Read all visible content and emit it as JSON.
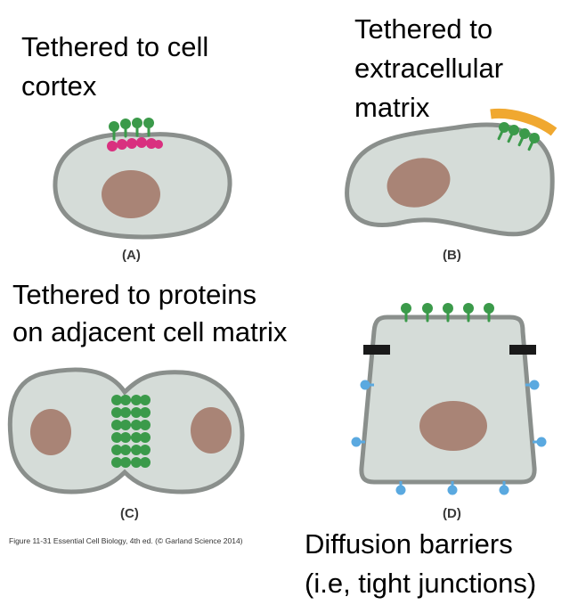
{
  "panels": {
    "a": {
      "label": "(A)",
      "caption_line1": "Tethered to cell",
      "caption_line2": "cortex"
    },
    "b": {
      "label": "(B)",
      "caption_line1": "Tethered to",
      "caption_line2": "extracellular",
      "caption_line3": "matrix"
    },
    "c": {
      "label": "(C)",
      "caption_line1": "Tethered to proteins",
      "caption_line2": "on adjacent cell matrix"
    },
    "d": {
      "label": "(D)",
      "caption_line1": "Diffusion barriers",
      "caption_line2": "(i.e, tight junctions)"
    }
  },
  "figure_credit": "Figure 11-31  Essential Cell Biology, 4th ed. (© Garland Science 2014)",
  "colors": {
    "cell_fill": "#d5dcd8",
    "cell_outline": "#8a8f8c",
    "nucleus": "#a98476",
    "protein_green": "#3b9a4a",
    "cortex_magenta": "#d9307f",
    "matrix_orange": "#f0a830",
    "protein_blue": "#5aa9e0",
    "barrier_black": "#1a1a1a"
  }
}
